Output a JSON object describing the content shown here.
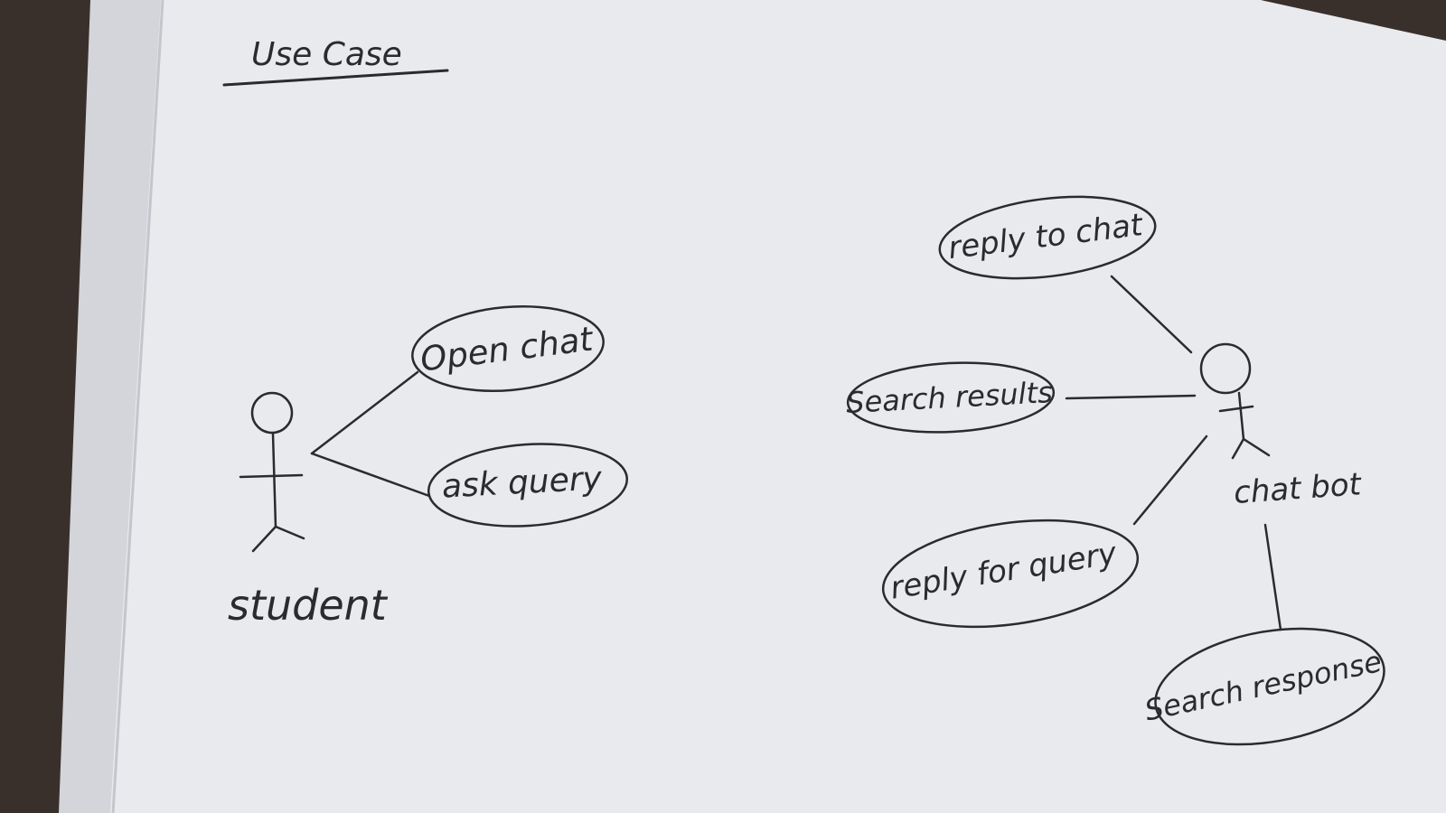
{
  "diagram": {
    "title": "Use Case",
    "actors": [
      {
        "id": "student",
        "label": "student"
      },
      {
        "id": "chatbot",
        "label": "chat bot"
      }
    ],
    "use_cases": [
      {
        "id": "open-chat",
        "label": "Open chat"
      },
      {
        "id": "ask-query",
        "label": "ask query"
      },
      {
        "id": "reply-to-chat",
        "label": "reply to chat"
      },
      {
        "id": "search-results",
        "label": "Search results"
      },
      {
        "id": "reply-for-query",
        "label": "reply for query"
      },
      {
        "id": "search-response",
        "label": "Search response"
      }
    ],
    "associations": [
      {
        "from": "student",
        "to": "open-chat"
      },
      {
        "from": "student",
        "to": "ask-query"
      },
      {
        "from": "chatbot",
        "to": "reply-to-chat"
      },
      {
        "from": "chatbot",
        "to": "search-results"
      },
      {
        "from": "chatbot",
        "to": "reply-for-query"
      },
      {
        "from": "chatbot",
        "to": "search-response"
      }
    ]
  },
  "colors": {
    "paper": "#e9eaee",
    "paper_shadow": "#d3d5da",
    "ink": "#2b2b2e",
    "table": "#3a302b"
  }
}
